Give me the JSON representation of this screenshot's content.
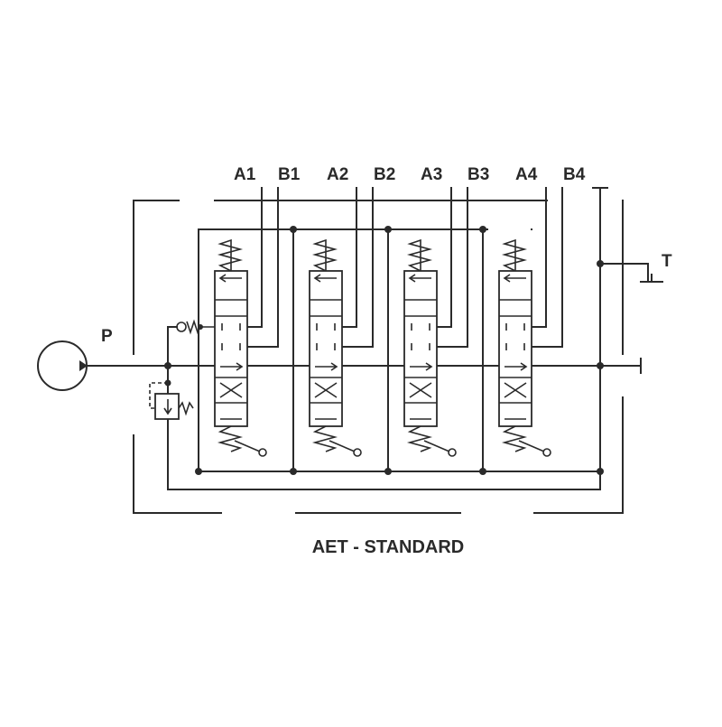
{
  "diagram": {
    "title": "AET - STANDARD",
    "pressure_label": "P",
    "tank_label": "T",
    "port_labels": [
      "A1",
      "B1",
      "A2",
      "B2",
      "A3",
      "B3",
      "A4",
      "B4"
    ],
    "section_count": 4
  },
  "colors": {
    "line": "#2a2a2a",
    "background": "#ffffff"
  }
}
